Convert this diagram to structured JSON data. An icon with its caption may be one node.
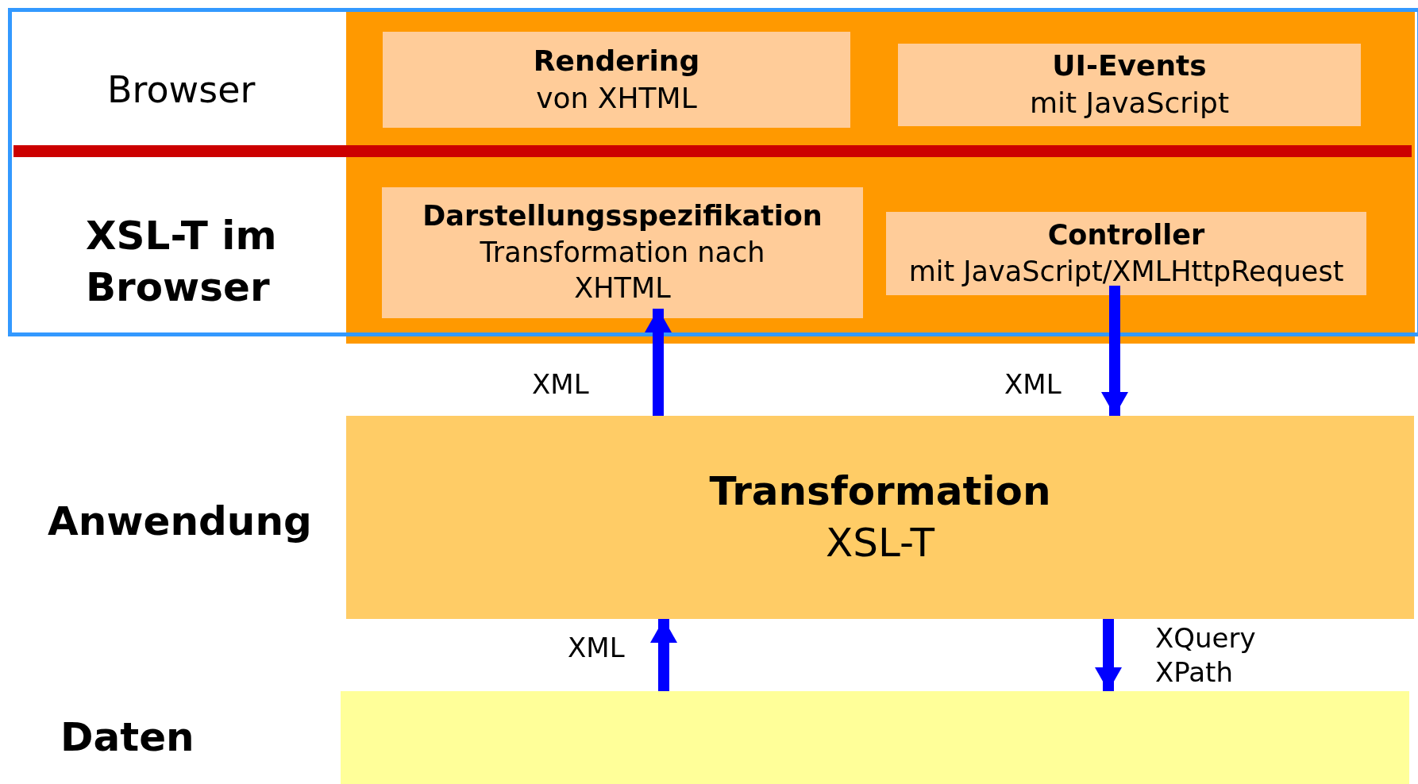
{
  "diagram": {
    "nodes": [
      {
        "text": [],
        "shape": "box"
      },
      {
        "text": [
          "Rendering",
          "von XHTML"
        ],
        "in": 0
      },
      {
        "text": [
          "UI-Events",
          "mit JavaScript"
        ],
        "in": 0
      },
      {
        "text": [
          "Darstellungsspezifikation",
          "Transformation nach XHTML"
        ],
        "in": 0
      },
      {
        "text": [
          "Controller",
          "mit JavaScript/XMLHttpRequest"
        ],
        "in": 0
      },
      {
        "text": [
          "Transformation",
          "XSL-T"
        ]
      },
      {
        "text": [],
        "shape": "box"
      }
    ],
    "edges": [
      {
        "from": 5,
        "to": 3,
        "arrow": "to",
        "label": "XML"
      },
      {
        "from": 4,
        "to": 5,
        "arrow": "to",
        "label": "XML"
      },
      {
        "from": 6,
        "to": 5,
        "arrow": "to",
        "label": "XML"
      },
      {
        "from": 5,
        "to": 6,
        "arrow": "to",
        "label": "XQuery XPath"
      }
    ],
    "labels": [
      "Browser",
      "XSL-T im Browser",
      "Anwendung",
      "Daten"
    ]
  }
}
